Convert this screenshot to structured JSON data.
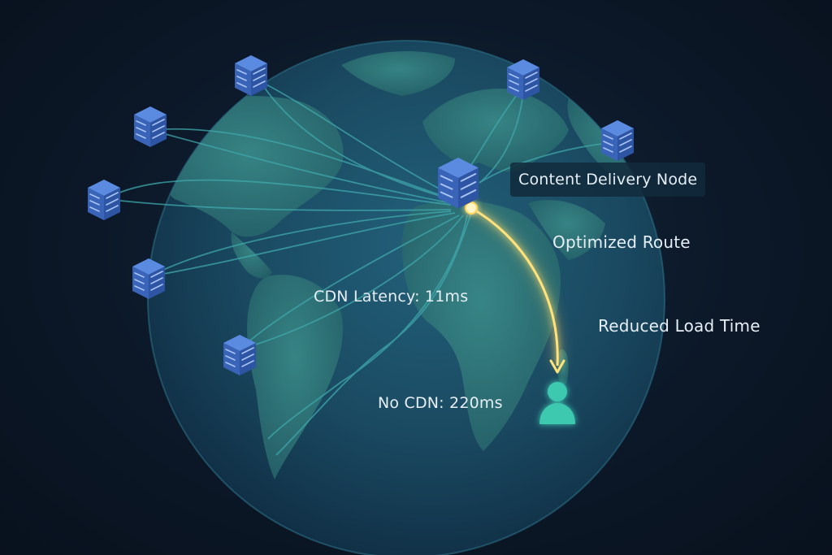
{
  "labels": {
    "content_delivery_node": "Content Delivery Node",
    "optimized_route": "Optimized Route",
    "cdn_latency": "CDN Latency: 11ms",
    "reduced_load_time": "Reduced Load Time",
    "no_cdn": "No CDN: 220ms"
  },
  "icons": {
    "server": "server-icon",
    "user": "user-icon"
  },
  "colors": {
    "background": "#0c1828",
    "globe": "#1b4a5f",
    "land": "#2a6a6e",
    "server": "#3f6fc7",
    "route_lines": "#3fa9ad",
    "optimized_route": "#ffd45a",
    "user": "#3ec9b0",
    "text": "#e6eef6"
  }
}
